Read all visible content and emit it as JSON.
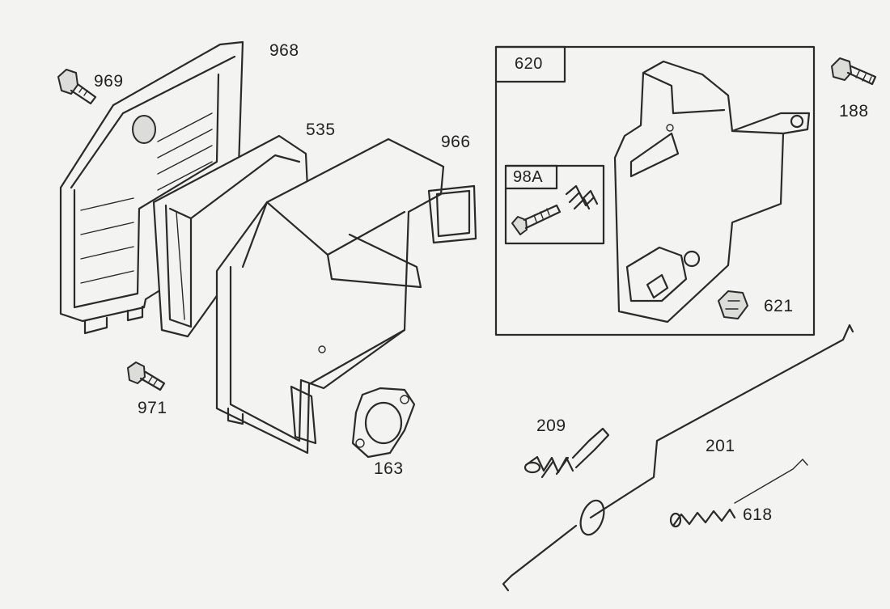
{
  "diagram": {
    "parts": [
      {
        "id": "p968",
        "number": "968"
      },
      {
        "id": "p969",
        "number": "969"
      },
      {
        "id": "p535",
        "number": "535"
      },
      {
        "id": "p966",
        "number": "966"
      },
      {
        "id": "p620",
        "number": "620"
      },
      {
        "id": "p98a",
        "number": "98A"
      },
      {
        "id": "p188",
        "number": "188"
      },
      {
        "id": "p621",
        "number": "621"
      },
      {
        "id": "p971",
        "number": "971"
      },
      {
        "id": "p163",
        "number": "163"
      },
      {
        "id": "p209",
        "number": "209"
      },
      {
        "id": "p201",
        "number": "201"
      },
      {
        "id": "p618",
        "number": "618"
      }
    ]
  }
}
